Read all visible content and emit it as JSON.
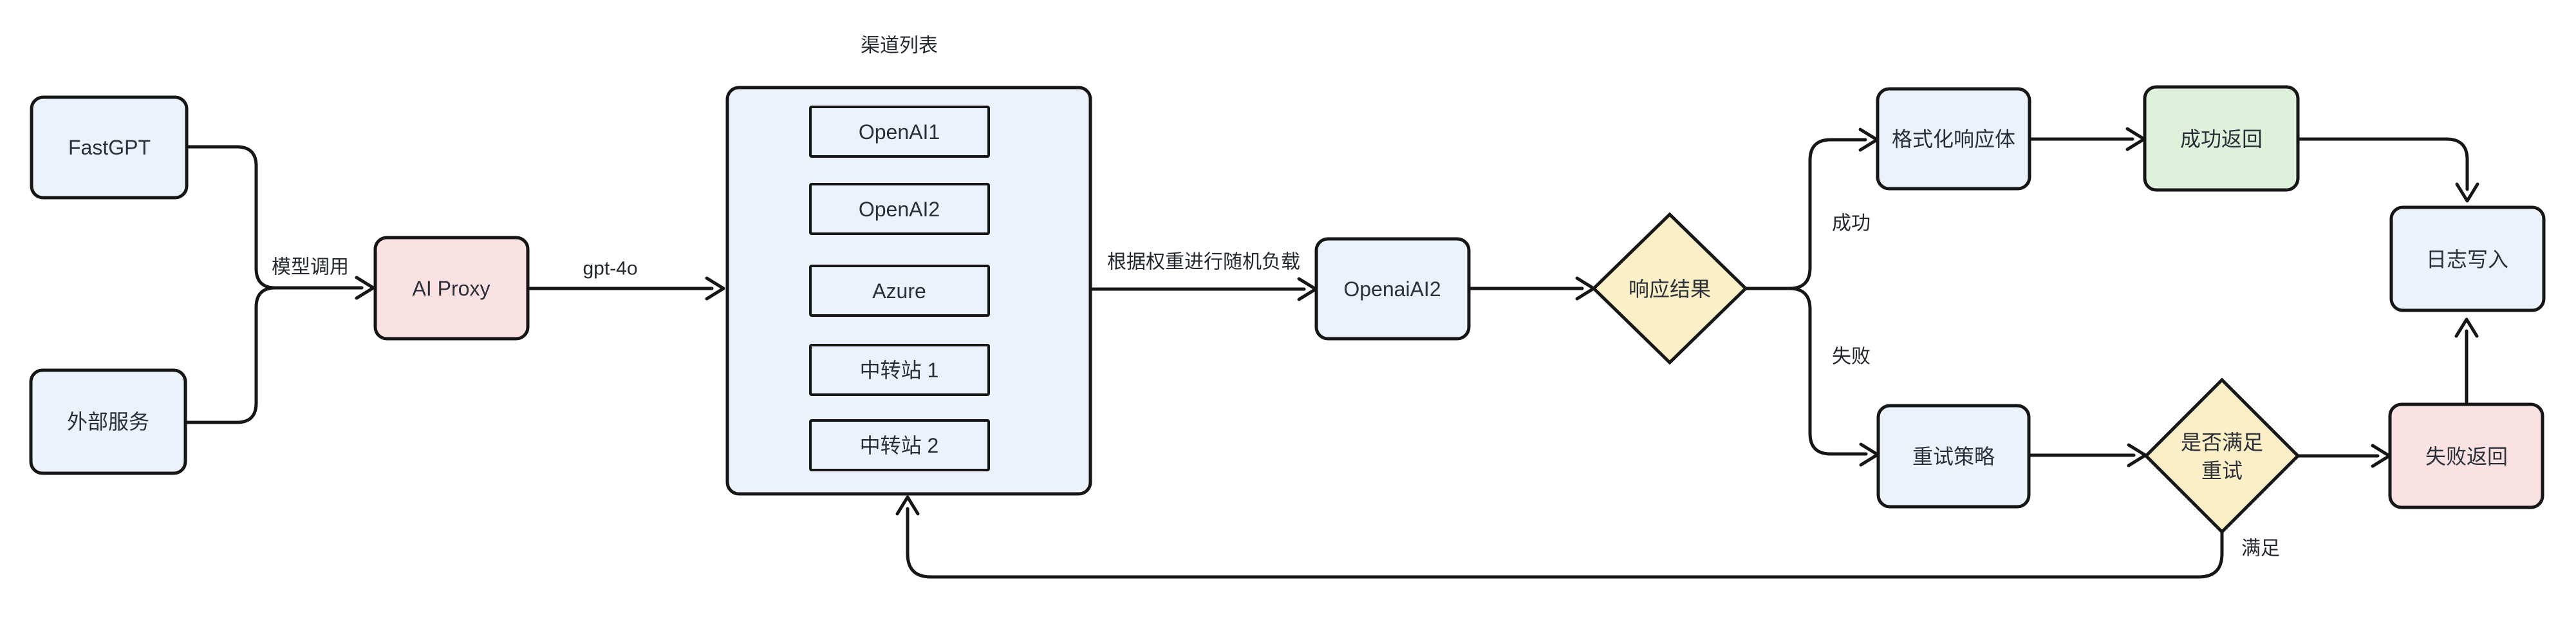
{
  "diagram": {
    "nodes": {
      "fastgpt": {
        "label": "FastGPT"
      },
      "external_service": {
        "label": "外部服务"
      },
      "ai_proxy": {
        "label": "AI Proxy"
      },
      "channel_list": {
        "title": "渠道列表",
        "channels": [
          "OpenAI1",
          "OpenAI2",
          "Azure",
          "中转站 1",
          "中转站 2"
        ]
      },
      "openai_ai2": {
        "label": "OpenaiAI2"
      },
      "response_result": {
        "label": "响应结果"
      },
      "format_response_body": {
        "label": "格式化响应体"
      },
      "success_return": {
        "label": "成功返回"
      },
      "log_write": {
        "label": "日志写入"
      },
      "retry_strategy": {
        "label": "重试策略"
      },
      "retry_check": {
        "label_line1": "是否满足",
        "label_line2": "重试"
      },
      "failure_return": {
        "label": "失败返回"
      }
    },
    "edge_labels": {
      "model_call": "模型调用",
      "model_name": "gpt-4o",
      "weighted_load": "根据权重进行随机负载",
      "success": "成功",
      "failure": "失败",
      "satisfied": "满足"
    },
    "colors": {
      "node_blue": "#ECF2FB",
      "node_pink": "#FAE1E2",
      "node_green": "#DDF1DB",
      "node_yellow": "#FAEFC6"
    }
  }
}
